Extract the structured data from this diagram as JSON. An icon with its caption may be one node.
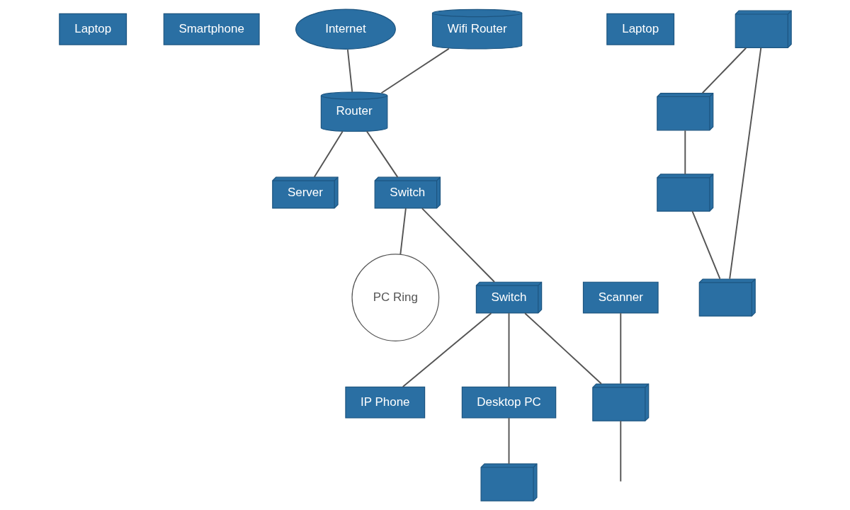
{
  "diagram": {
    "nodes": [
      {
        "text": [
          "Laptop"
        ]
      },
      {
        "text": [
          "Smartphone"
        ]
      },
      {
        "text": [
          "Internet"
        ]
      },
      {
        "text": [
          "Wifi Router"
        ]
      },
      {
        "text": [
          "Router"
        ]
      },
      {
        "text": [
          "Server"
        ]
      },
      {
        "text": [
          "Laptop"
        ]
      },
      {
        "text": [
          "Switch"
        ]
      },
      {
        "text": [
          "Switch"
        ]
      },
      {
        "text": [
          "IP Phone"
        ]
      },
      {
        "text": [
          "PC Ring"
        ]
      },
      {
        "text": [],
        "shape": "picture"
      },
      {
        "text": [],
        "shape": "picture"
      },
      {
        "text": [],
        "shape": "picture"
      },
      {
        "text": [],
        "shape": "picture"
      },
      {
        "text": [
          "Scanner"
        ]
      },
      {
        "text": [],
        "shape": "picture"
      },
      {
        "text": [
          "Desktop PC"
        ]
      },
      {
        "text": [],
        "shape": "picture"
      }
    ],
    "edges": [
      {
        "from": 2,
        "to": 4,
        "arrow": "none"
      },
      {
        "from": 3,
        "to": 4,
        "arrow": "none"
      },
      {
        "from": 4,
        "to": 5,
        "arrow": "none"
      },
      {
        "from": 4,
        "to": 7,
        "arrow": "none"
      },
      {
        "from": 7,
        "to": 8,
        "arrow": "none"
      },
      {
        "from": 8,
        "to": 9,
        "arrow": "none"
      },
      {
        "from": 7,
        "to": 10,
        "arrow": "none"
      },
      {
        "from": 11,
        "to": 13,
        "arrow": "none"
      },
      {
        "from": 13,
        "to": 14,
        "arrow": "none"
      },
      {
        "from": 14,
        "to": 12,
        "arrow": "none"
      },
      {
        "from": 12,
        "to": 11,
        "arrow": "none"
      },
      {
        "from": 8,
        "to": 16,
        "arrow": "none"
      },
      {
        "from": 8,
        "to": 17,
        "arrow": "none"
      },
      {
        "from": 15,
        "to": 16,
        "arrow": "none"
      },
      {
        "from": 16,
        "to": null,
        "arrow": "none"
      },
      {
        "from": 17,
        "to": 18,
        "arrow": "none"
      }
    ]
  }
}
